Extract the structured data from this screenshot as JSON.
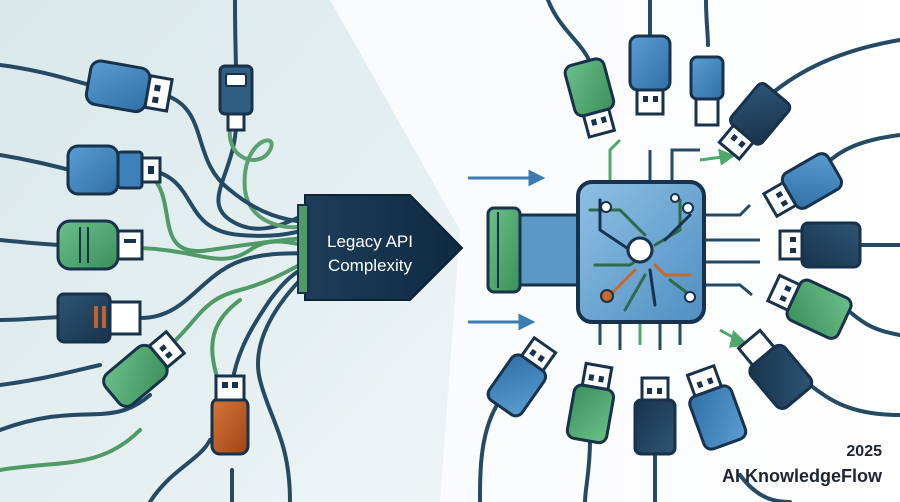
{
  "central_label": {
    "line1": "Legacy API",
    "line2": "Complexity"
  },
  "watermark": {
    "year": "2025",
    "brand": "AI KnowledgeFlow"
  },
  "colors": {
    "left_background": "#e3ecef",
    "right_background": "#f8fafc",
    "blue_connector": "#3d7fb8",
    "green_connector": "#4fa86a",
    "dark_connector": "#1d3a52",
    "orange_connector": "#b85a24",
    "cable": "#244a64",
    "hub_body": "#6aa3cf",
    "arrow_accent": "#3b7db2"
  }
}
